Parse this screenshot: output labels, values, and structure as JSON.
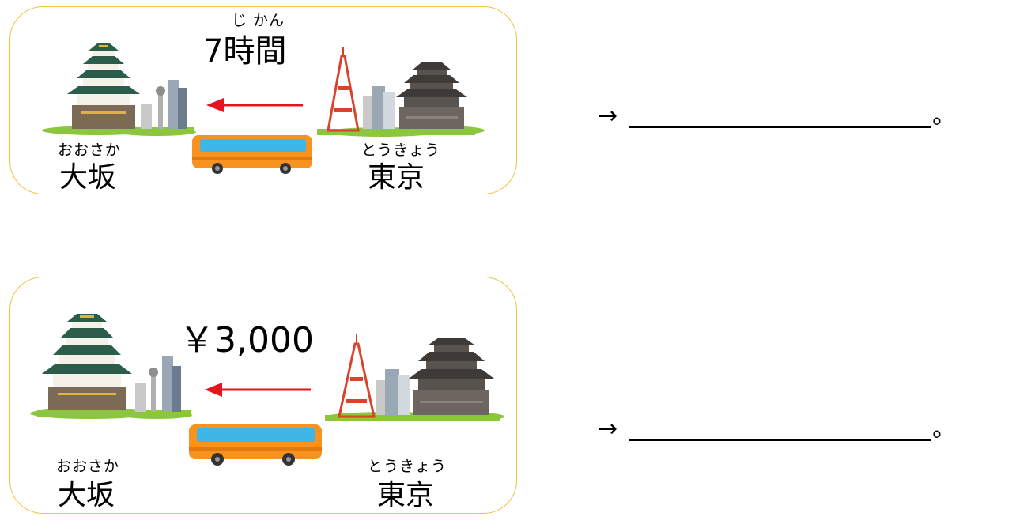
{
  "panels": [
    {
      "info_reading": "じ かん",
      "info_text": "7時間",
      "from_reading": "おおさか",
      "from_city": "大坂",
      "to_reading": "とうきょう",
      "to_city": "東京"
    },
    {
      "info_reading": "",
      "info_text": "￥3,000",
      "from_reading": "おおさか",
      "from_city": "大坂",
      "to_reading": "とうきょう",
      "to_city": "東京"
    }
  ],
  "answers": [
    {
      "arrow": "→",
      "end": "。"
    },
    {
      "arrow": "→",
      "end": "。"
    }
  ],
  "colors": {
    "card_border": "#f0c040",
    "arrow": "#e8141c",
    "bus": "#f7931e",
    "bus_window": "#3fb6e8",
    "grass": "#8cc63f",
    "tower": "#d9432b"
  }
}
